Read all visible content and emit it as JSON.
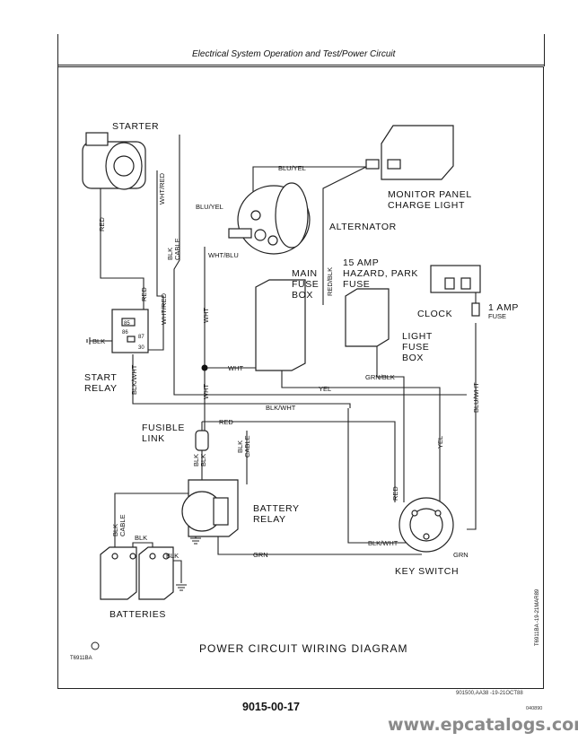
{
  "header": {
    "title": "Electrical System Operation and Test/Power Circuit"
  },
  "diagram": {
    "title": "POWER CIRCUIT WIRING DIAGRAM",
    "figure_code": "T6911BA",
    "side_code": "T6911BA  -19-21MAR89",
    "components": {
      "starter": "STARTER",
      "alternator": "ALTERNATOR",
      "monitor_panel_line1": "MONITOR PANEL",
      "monitor_panel_line2": "CHARGE LIGHT",
      "main_fuse_line1": "MAIN",
      "main_fuse_line2": "FUSE",
      "main_fuse_line3": "BOX",
      "hazard_line1": "15 AMP",
      "hazard_line2": "HAZARD, PARK",
      "hazard_line3": "FUSE",
      "clock": "CLOCK",
      "one_amp_line1": "1 AMP",
      "one_amp_line2": "FUSE",
      "light_fuse_line1": "LIGHT",
      "light_fuse_line2": "FUSE",
      "light_fuse_line3": "BOX",
      "start_relay_line1": "START",
      "start_relay_line2": "RELAY",
      "fusible_link_line1": "FUSIBLE",
      "fusible_link_line2": "LINK",
      "battery_relay_line1": "BATTERY",
      "battery_relay_line2": "RELAY",
      "batteries": "BATTERIES",
      "key_switch": "KEY SWITCH"
    },
    "wires": {
      "blu_yel_top": "BLU/YEL",
      "blu_yel_left": "BLU/YEL",
      "wht_red_starter": "WHT/RED",
      "red_starter": "RED",
      "blk_cable_starter": "BLK\nCABLE",
      "blk_cable_1": "BLK",
      "blk_cable_2": "CABLE",
      "wht_blu": "WHT/BLU",
      "red_blk": "RED/BLK",
      "wht_vertical": "WHT",
      "wht_horizontal": "WHT",
      "wht_lower": "WHT",
      "red_relay": "RED",
      "wht_red_relay": "WHT/RED",
      "blk_relay": "BLK",
      "blk_wht_relay": "BLK/WHT",
      "yel": "YEL",
      "grn_blk": "GRN/BLK",
      "blu_wht": "BLU/WHT",
      "blk_wht_long": "BLK/WHT",
      "red_fusible": "RED",
      "blk_fusible_1": "BLK",
      "blk_fusible_2": "BLK",
      "blk_cable_br_1": "BLK",
      "blk_cable_br_2": "CABLE",
      "yel_vertical": "YEL",
      "red_keyswitch": "RED",
      "blk_wht_keyswitch": "BLK/WHT",
      "grn_bottom": "GRN",
      "grn_keyswitch": "GRN",
      "blk_cable_bat_1": "BLK",
      "blk_cable_bat_2": "CABLE",
      "blk_bat_top": "BLK",
      "blk_bat_right": "BLK"
    },
    "relay_pins": {
      "p85": "85",
      "p86": "86",
      "p87": "87",
      "p30": "30"
    }
  },
  "footer": {
    "page_number": "9015-00-17",
    "code": "901500,AA38    -19-21OCT88",
    "code2": "040890"
  },
  "watermark": "www.epcatalogs.com"
}
